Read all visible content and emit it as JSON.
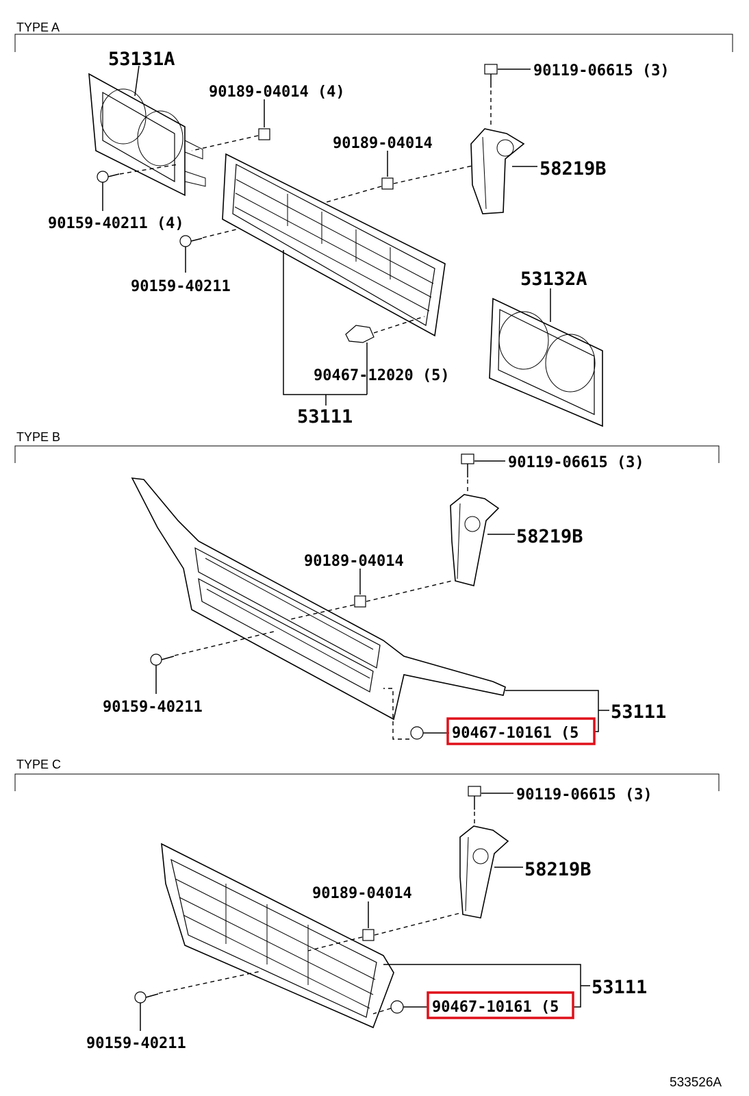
{
  "diagram_code": "533526A",
  "highlight_color": "#e0101a",
  "sections": [
    {
      "title": "TYPE A",
      "labels": {
        "headlamp_bezel_left": "53131A",
        "bolt_top": "90119-06615 (3)",
        "nut_left": "90189-04014 (4)",
        "nut_mid": "90189-04014",
        "bracket": "58219B",
        "screw_left": "90159-40211 (4)",
        "screw_mid": "90159-40211",
        "headlamp_bezel_right": "53132A",
        "clip": "90467-12020 (5)",
        "grille": "53111"
      }
    },
    {
      "title": "TYPE B",
      "labels": {
        "bolt_top": "90119-06615 (3)",
        "bracket": "58219B",
        "nut": "90189-04014",
        "screw": "90159-40211",
        "grille": "53111",
        "clip": "90467-10161 (5"
      }
    },
    {
      "title": "TYPE C",
      "labels": {
        "bolt_top": "90119-06615 (3)",
        "bracket": "58219B",
        "nut": "90189-04014",
        "screw": "90159-40211",
        "grille": "53111",
        "clip": "90467-10161 (5"
      }
    }
  ]
}
